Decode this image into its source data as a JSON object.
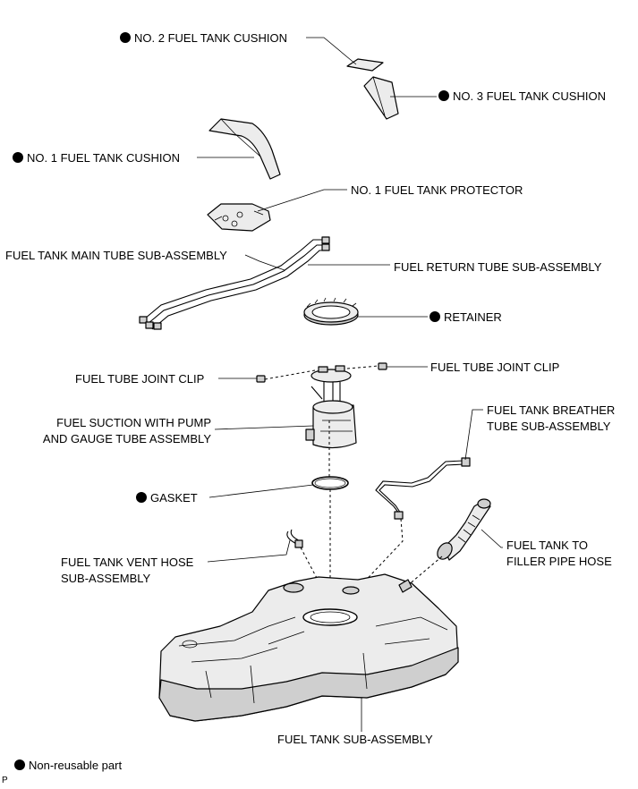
{
  "labels": {
    "no2_cushion": "NO. 2 FUEL TANK CUSHION",
    "no3_cushion": "NO. 3 FUEL TANK CUSHION",
    "no1_cushion": "NO. 1 FUEL TANK CUSHION",
    "no1_protector": "NO. 1 FUEL TANK PROTECTOR",
    "main_tube": "FUEL TANK MAIN TUBE SUB-ASSEMBLY",
    "return_tube": "FUEL RETURN TUBE SUB-ASSEMBLY",
    "retainer": "RETAINER",
    "joint_clip_left": "FUEL TUBE JOINT CLIP",
    "joint_clip_right": "FUEL TUBE JOINT CLIP",
    "suction_line1": "FUEL SUCTION WITH PUMP",
    "suction_line2": "AND GAUGE TUBE ASSEMBLY",
    "breather_line1": "FUEL TANK BREATHER",
    "breather_line2": "TUBE SUB-ASSEMBLY",
    "gasket": "GASKET",
    "filler_line1": "FUEL TANK TO",
    "filler_line2": "FILLER PIPE HOSE",
    "vent_line1": "FUEL TANK VENT HOSE",
    "vent_line2": "SUB-ASSEMBLY",
    "tank": "FUEL TANK SUB-ASSEMBLY"
  },
  "legend": {
    "text": "Non-reusable part"
  },
  "corner_mark": "P"
}
